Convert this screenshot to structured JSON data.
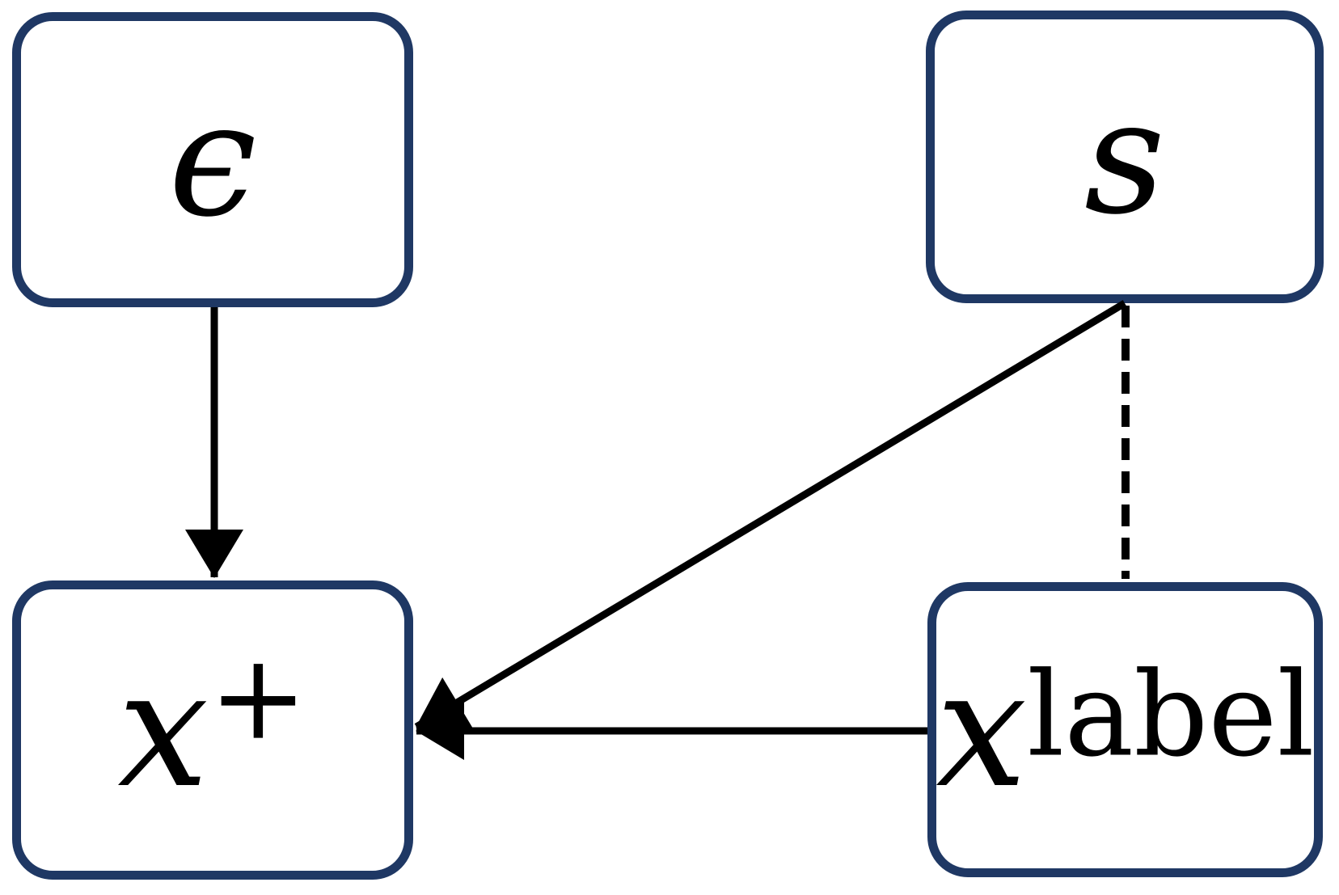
{
  "diagram": {
    "type": "causal-graph",
    "colors": {
      "node_border": "#1f3864",
      "node_fill": "#ffffff",
      "edge": "#000000",
      "background": "#ffffff"
    },
    "nodes": {
      "epsilon": {
        "label": "ϵ",
        "sup": ""
      },
      "s": {
        "label": "s",
        "sup": ""
      },
      "x_plus": {
        "label": "x",
        "sup": "+"
      },
      "x_label": {
        "label": "x",
        "sup": "label"
      }
    },
    "edges": [
      {
        "from": "epsilon",
        "to": "x_plus",
        "style": "solid",
        "arrowhead": true
      },
      {
        "from": "s",
        "to": "x_plus",
        "style": "solid",
        "arrowhead": true
      },
      {
        "from": "x_label",
        "to": "x_plus",
        "style": "solid",
        "arrowhead": true
      },
      {
        "from": "s",
        "to": "x_label",
        "style": "dashed",
        "arrowhead": false
      }
    ]
  }
}
